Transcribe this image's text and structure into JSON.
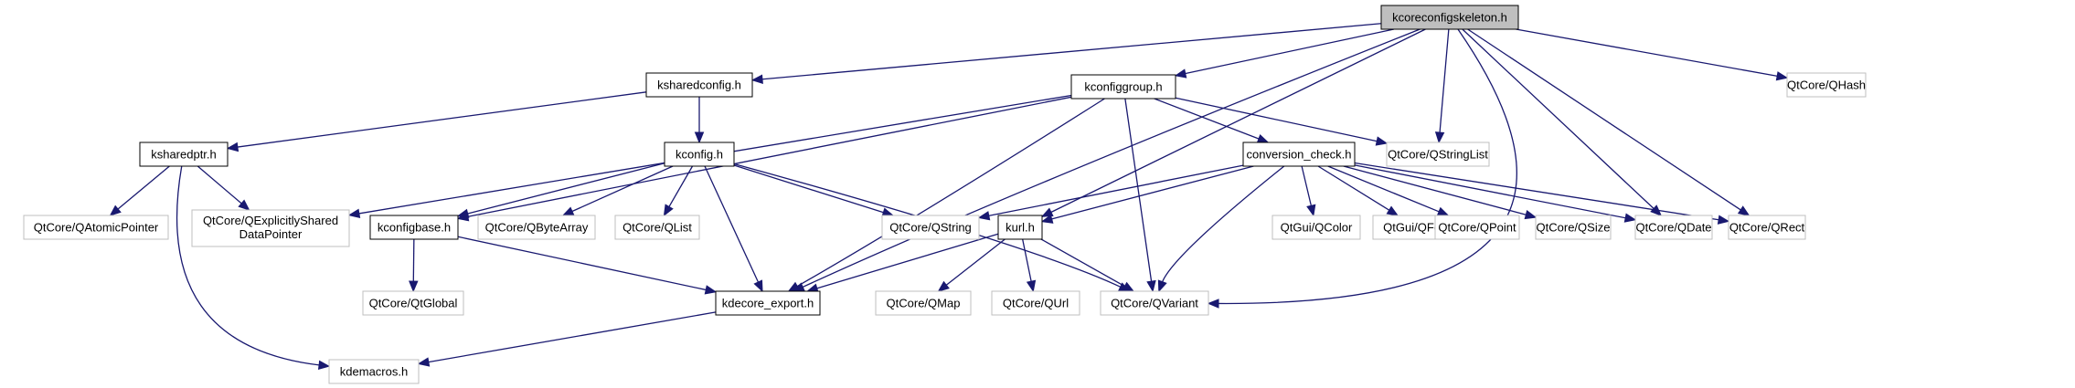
{
  "diagram": {
    "title": "kcoreconfigskeleton.h",
    "type": "include-dependency-graph",
    "colors": {
      "edge": "#191970",
      "root_fill": "#bfbfbf",
      "local_border": "#000000",
      "external_border": "#bfbfbf"
    },
    "nodes": [
      {
        "id": "kcoreconfigskeleton",
        "label": "kcoreconfigskeleton.h",
        "kind": "root"
      },
      {
        "id": "ksharedconfig",
        "label": "ksharedconfig.h",
        "kind": "local"
      },
      {
        "id": "kconfiggroup",
        "label": "kconfiggroup.h",
        "kind": "local"
      },
      {
        "id": "qhash",
        "label": "QtCore/QHash",
        "kind": "external"
      },
      {
        "id": "ksharedptr",
        "label": "ksharedptr.h",
        "kind": "local"
      },
      {
        "id": "kconfig",
        "label": "kconfig.h",
        "kind": "local"
      },
      {
        "id": "conversion_check",
        "label": "conversion_check.h",
        "kind": "local"
      },
      {
        "id": "qstringlist",
        "label": "QtCore/QStringList",
        "kind": "external"
      },
      {
        "id": "qatomicpointer",
        "label": "QtCore/QAtomicPointer",
        "kind": "external"
      },
      {
        "id": "qexplicitlyshareddatapointer",
        "label": "QtCore/QExplicitlyShared",
        "label2": "DataPointer",
        "kind": "external"
      },
      {
        "id": "kconfigbase",
        "label": "kconfigbase.h",
        "kind": "local"
      },
      {
        "id": "qbytearray",
        "label": "QtCore/QByteArray",
        "kind": "external"
      },
      {
        "id": "qlist",
        "label": "QtCore/QList",
        "kind": "external"
      },
      {
        "id": "qstring",
        "label": "QtCore/QString",
        "kind": "external"
      },
      {
        "id": "kurl",
        "label": "kurl.h",
        "kind": "local"
      },
      {
        "id": "qcolor",
        "label": "QtGui/QColor",
        "kind": "external"
      },
      {
        "id": "qfont",
        "label": "QtGui/QFont",
        "kind": "external"
      },
      {
        "id": "qpoint",
        "label": "QtCore/QPoint",
        "kind": "external"
      },
      {
        "id": "qsize",
        "label": "QtCore/QSize",
        "kind": "external"
      },
      {
        "id": "qdate",
        "label": "QtCore/QDate",
        "kind": "external"
      },
      {
        "id": "qrect",
        "label": "QtCore/QRect",
        "kind": "external"
      },
      {
        "id": "qtglobal",
        "label": "QtCore/QtGlobal",
        "kind": "external"
      },
      {
        "id": "kdecore_export",
        "label": "kdecore_export.h",
        "kind": "local"
      },
      {
        "id": "qmap",
        "label": "QtCore/QMap",
        "kind": "external"
      },
      {
        "id": "qurl",
        "label": "QtCore/QUrl",
        "kind": "external"
      },
      {
        "id": "qvariant",
        "label": "QtCore/QVariant",
        "kind": "external"
      },
      {
        "id": "kdemacros",
        "label": "kdemacros.h",
        "kind": "external"
      }
    ],
    "edges": [
      {
        "from": "kcoreconfigskeleton",
        "to": "ksharedconfig"
      },
      {
        "from": "kcoreconfigskeleton",
        "to": "kconfiggroup"
      },
      {
        "from": "kcoreconfigskeleton",
        "to": "qhash"
      },
      {
        "from": "kcoreconfigskeleton",
        "to": "qstringlist"
      },
      {
        "from": "kcoreconfigskeleton",
        "to": "kdecore_export"
      },
      {
        "from": "kcoreconfigskeleton",
        "to": "kurl"
      },
      {
        "from": "kcoreconfigskeleton",
        "to": "qdate"
      },
      {
        "from": "kcoreconfigskeleton",
        "to": "qrect"
      },
      {
        "from": "kcoreconfigskeleton",
        "to": "qvariant"
      },
      {
        "from": "ksharedconfig",
        "to": "ksharedptr"
      },
      {
        "from": "ksharedconfig",
        "to": "kconfig"
      },
      {
        "from": "ksharedptr",
        "to": "qatomicpointer"
      },
      {
        "from": "ksharedptr",
        "to": "qexplicitlyshareddatapointer"
      },
      {
        "from": "ksharedptr",
        "to": "kdemacros"
      },
      {
        "from": "kconfiggroup",
        "to": "qexplicitlyshareddatapointer"
      },
      {
        "from": "kconfiggroup",
        "to": "kconfigbase"
      },
      {
        "from": "kconfiggroup",
        "to": "kdecore_export"
      },
      {
        "from": "kconfiggroup",
        "to": "conversion_check"
      },
      {
        "from": "kconfiggroup",
        "to": "qstringlist"
      },
      {
        "from": "kconfiggroup",
        "to": "qvariant"
      },
      {
        "from": "kconfig",
        "to": "kconfigbase"
      },
      {
        "from": "kconfig",
        "to": "qbytearray"
      },
      {
        "from": "kconfig",
        "to": "qlist"
      },
      {
        "from": "kconfig",
        "to": "qstring"
      },
      {
        "from": "kconfig",
        "to": "kdecore_export"
      },
      {
        "from": "kconfig",
        "to": "qvariant"
      },
      {
        "from": "kconfigbase",
        "to": "qtglobal"
      },
      {
        "from": "kconfigbase",
        "to": "kdecore_export"
      },
      {
        "from": "conversion_check",
        "to": "qstring"
      },
      {
        "from": "conversion_check",
        "to": "kurl"
      },
      {
        "from": "conversion_check",
        "to": "qvariant"
      },
      {
        "from": "conversion_check",
        "to": "qcolor"
      },
      {
        "from": "conversion_check",
        "to": "qfont"
      },
      {
        "from": "conversion_check",
        "to": "qpoint"
      },
      {
        "from": "conversion_check",
        "to": "qsize"
      },
      {
        "from": "conversion_check",
        "to": "qdate"
      },
      {
        "from": "conversion_check",
        "to": "qrect"
      },
      {
        "from": "kurl",
        "to": "kdecore_export"
      },
      {
        "from": "kurl",
        "to": "qmap"
      },
      {
        "from": "kurl",
        "to": "qurl"
      },
      {
        "from": "kurl",
        "to": "qvariant"
      },
      {
        "from": "kdecore_export",
        "to": "kdemacros"
      }
    ]
  }
}
